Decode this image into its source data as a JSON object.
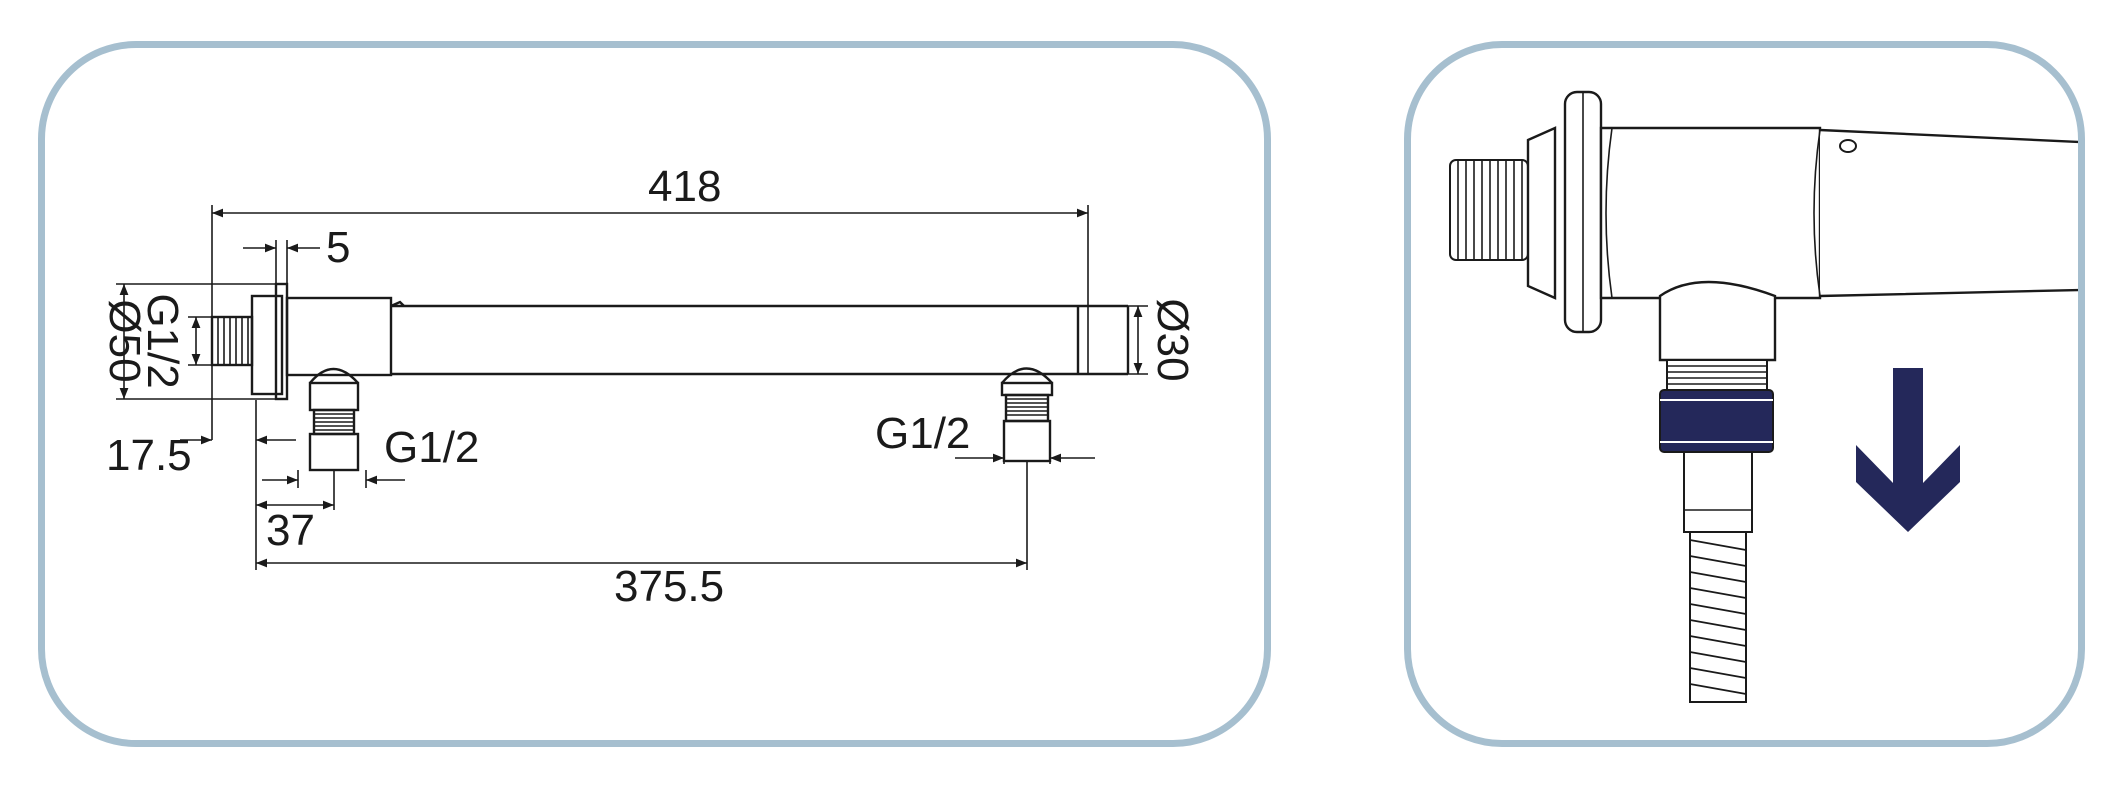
{
  "technical_drawing": {
    "dimensions": {
      "overall_length": "418",
      "flange_thickness": "5",
      "flange_diameter": "Ø50",
      "wall_thread": "G1/2",
      "arm_diameter": "Ø30",
      "wall_offset": "17.5",
      "outlet_thread_near": "G1/2",
      "outlet_thread_far": "G1/2",
      "outlet_offset": "37",
      "outlet_spacing": "375.5"
    }
  },
  "illustration": {
    "description_icon": "hose-connection-arrow-icon",
    "arrow_color": "#24285a",
    "frame_color": "#a6bfcf"
  }
}
